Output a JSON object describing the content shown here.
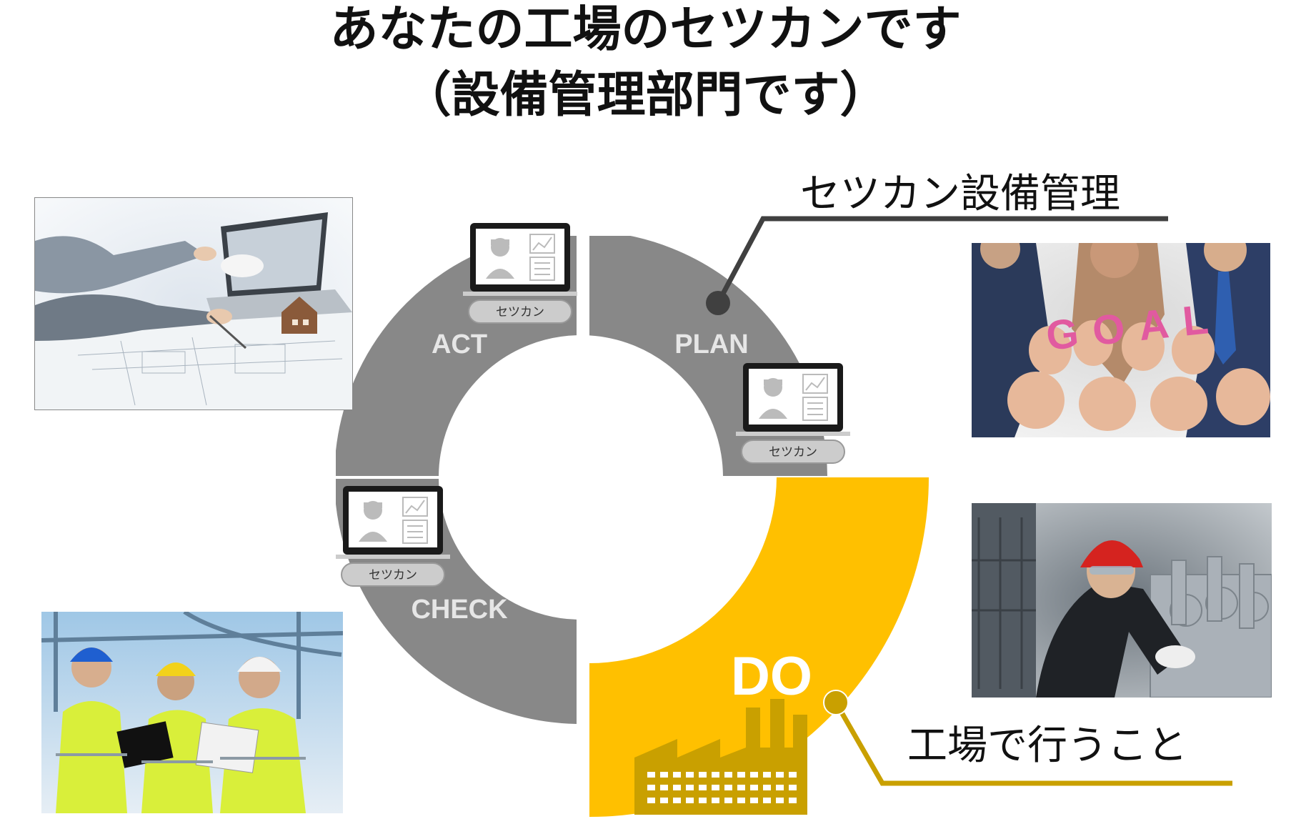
{
  "title_line1": "あなたの工場のセツカンです",
  "title_line2": "（設備管理部門です）",
  "cycle": {
    "plan": "PLAN",
    "do": "DO",
    "check": "CHECK",
    "act": "ACT"
  },
  "callouts": {
    "setsukan": "セツカン設備管理",
    "factory": "工場で行うこと"
  },
  "laptop_badge": "セツカン",
  "photo_goal_letters": "GOAL",
  "icons": {
    "laptop": "laptop-monitor-icon",
    "factory": "factory-icon"
  },
  "colors": {
    "gray_ring": "#888888",
    "yellow": "#FFC000",
    "dark_line": "#404040",
    "gold_line": "#C9A000"
  }
}
